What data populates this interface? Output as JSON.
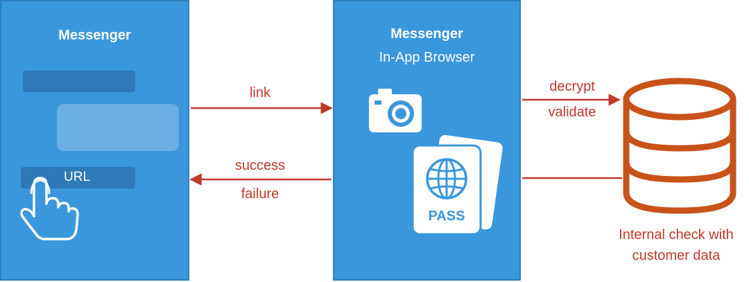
{
  "left_panel": {
    "title": "Messenger",
    "url_label": "URL"
  },
  "middle_panel": {
    "title": "Messenger",
    "subtitle": "In-App Browser",
    "passport_label": "PASS"
  },
  "arrows": {
    "link_label": "link",
    "success_label": "success",
    "failure_label": "failure",
    "decrypt_label": "decrypt",
    "validate_label": "validate"
  },
  "database": {
    "caption_line1": "Internal check with",
    "caption_line2": "customer data"
  },
  "colors": {
    "panel": "#3a97db",
    "panel_border": "#2e7fbd",
    "arrow": "#c0392b",
    "database": "#c8531a"
  }
}
